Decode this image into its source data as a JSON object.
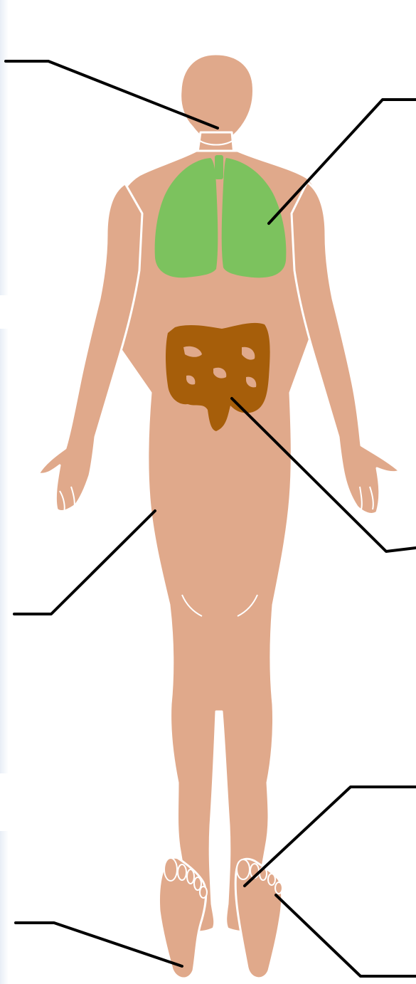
{
  "diagram": {
    "kind": "human body anatomy labeling diagram (no printed labels)",
    "colors": {
      "background": "#ffffff",
      "skin": "#E0A98B",
      "outline": "#ffffff",
      "lungs": "#7CC25E",
      "intestines": "#A65E0A",
      "leader_lines": "#000000",
      "edge_tint": "#E8EEF6"
    },
    "regions": [
      {
        "name": "head-neck",
        "label": ""
      },
      {
        "name": "lungs",
        "label": ""
      },
      {
        "name": "intestines",
        "label": ""
      },
      {
        "name": "thigh",
        "label": ""
      },
      {
        "name": "toes",
        "label": ""
      },
      {
        "name": "foot-ball",
        "label": ""
      },
      {
        "name": "heel",
        "label": ""
      }
    ]
  }
}
